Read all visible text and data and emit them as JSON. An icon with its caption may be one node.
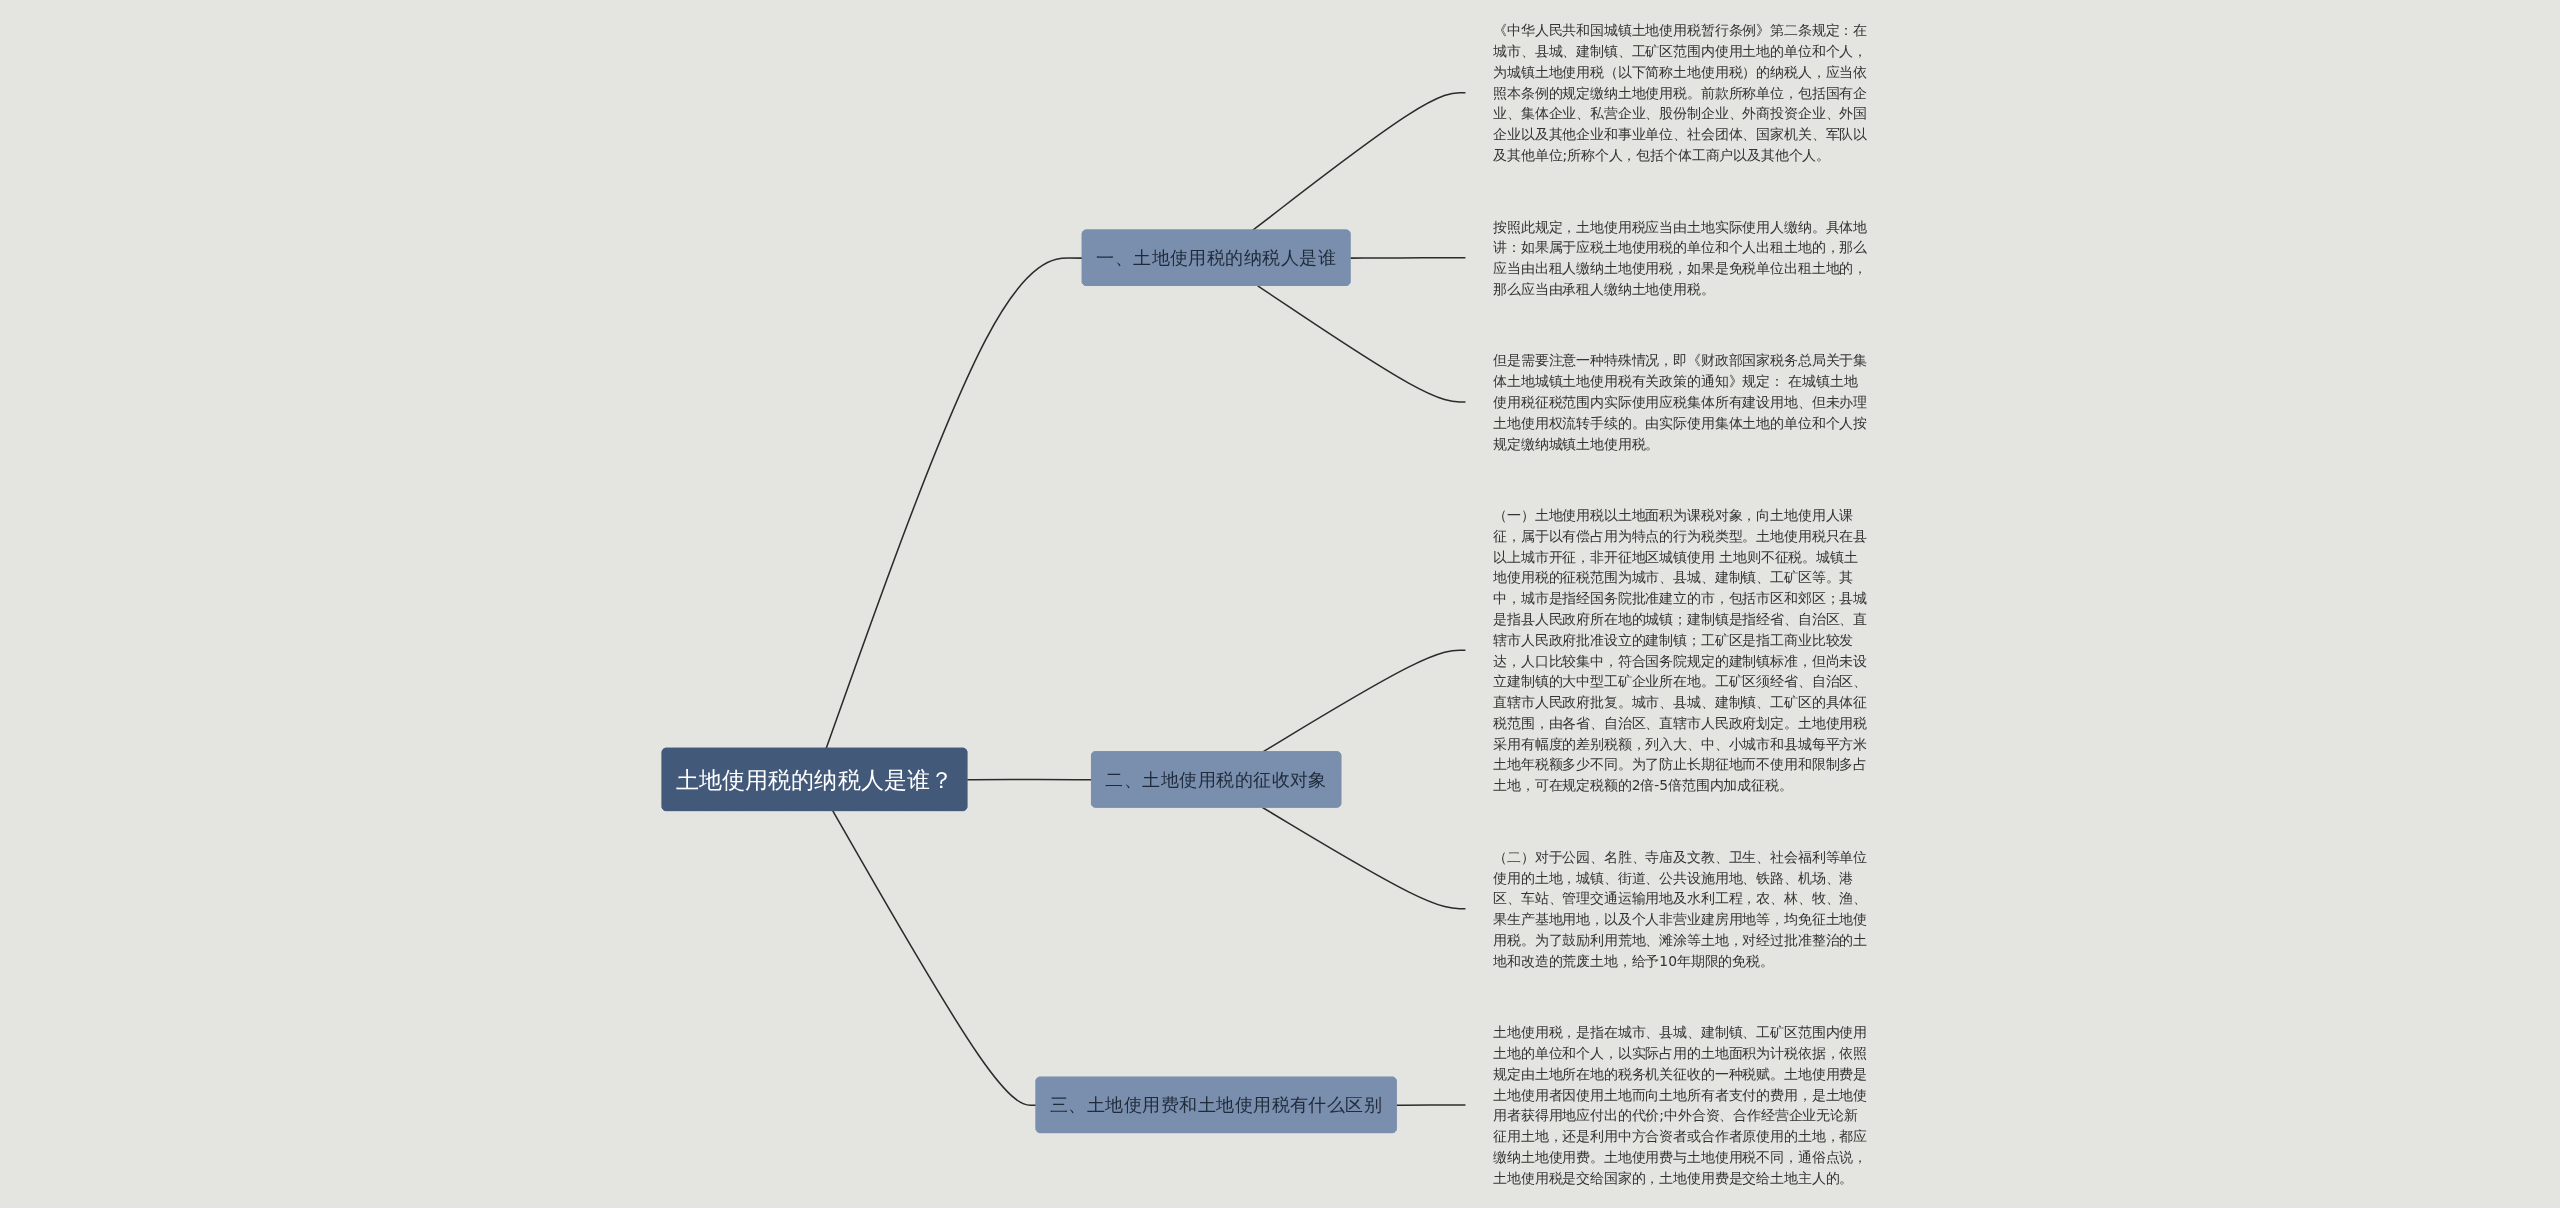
{
  "diagram": {
    "nodes": [
      {
        "text": [
          "土地使用税的纳税人是谁？"
        ]
      },
      {
        "text": [
          "一、土地使用税的纳税人是谁"
        ]
      },
      {
        "text": [
          "《中华人民共和国城镇土地使用税暂行条例》第二条规定：在城市、县城、建制镇、工矿区范围内使用土地的单位和个人，为城镇土地使用税（以下简称土地使用税）的纳税人，应当依照本条例的规定缴纳土地使用税。前款所称单位，包括国有企业、集体企业、私营企业、股份制企业、外商投资企业、外国企业以及其他企业和事业单位、社会团体、国家机关、军队以及其他单位;所称个人，包括个体工商户以及其他个人。"
        ]
      },
      {
        "text": [
          "按照此规定，土地使用税应当由土地实际使用人缴纳。具体地讲：如果属于应税土地使用税的单位和个人出租土地的，那么应当由出租人缴纳土地使用税，如果是免税单位出租土地的，那么应当由承租人缴纳土地使用税。"
        ]
      },
      {
        "text": [
          "但是需要注意一种特殊情况，即《财政部国家税务总局关于集体土地城镇土地使用税有关政策的通知》规定： 在城镇土地使用税征税范围内实际使用应税集体所有建设用地、但未办理土地使用权流转手续的。由实际使用集体土地的单位和个人按规定缴纳城镇土地使用税。"
        ]
      },
      {
        "text": [
          "二、土地使用税的征收对象"
        ]
      },
      {
        "text": [
          "（一）土地使用税以土地面积为课税对象，向土地使用人课征，属于以有偿占用为特点的行为税类型。土地使用税只在县以上城市开征，非开征地区城镇使用 土地则不征税。城镇土地使用税的征税范围为城市、县城、建制镇、工矿区等。其中，城市是指经国务院批准建立的市，包括市区和郊区；县城是指县人民政府所在地的城镇；建制镇是指经省、自治区、直辖市人民政府批准设立的建制镇；工矿区是指工商业比较发达，人口比较集中，符合国务院规定的建制镇标准，但尚未设立建制镇的大中型工矿企业所在地。工矿区须经省、自治区、直辖市人民政府批复。城市、县城、建制镇、工矿区的具体征税范围，由各省、自治区、直辖市人民政府划定。土地使用税采用有幅度的差别税额，列入大、中、小城市和县城每平方米土地年税额多少不同。为了防止长期征地而不使用和限制多占土地，可在规定税额的2倍-5倍范围内加成征税。"
        ]
      },
      {
        "text": [
          "（二）对于公园、名胜、寺庙及文教、卫生、社会福利等单位使用的土地，城镇、街道、公共设施用地、铁路、机场、港区、车站、管理交通运输用地及水利工程，农、林、牧、渔、果生产基地用地，以及个人非营业建房用地等，均免征土地使用税。为了鼓励利用荒地、滩涂等土地，对经过批准整治的土地和改造的荒废土地，给予10年期限的免税。"
        ]
      },
      {
        "text": [
          "三、土地使用费和土地使用税有什么区别"
        ]
      },
      {
        "text": [
          "土地使用税，是指在城市、县城、建制镇、工矿区范围内使用土地的单位和个人，以实际占用的土地面积为计税依据，依照规定由土地所在地的税务机关征收的一种税赋。土地使用费是土地使用者因使用土地而向土地所有者支付的费用，是土地使用者获得用地应付出的代价;中外合资、合作经营企业无论新征用土地，还是利用中方合资者或合作者原使用的土地，都应缴纳土地使用费。土地使用费与土地使用税不同，通俗点说，土地使用税是交给国家的，土地使用费是交给土地主人的。"
        ]
      }
    ],
    "edges": [
      {
        "from": 0,
        "to": 1,
        "arrow": "none"
      },
      {
        "from": 1,
        "to": 2,
        "arrow": "none"
      },
      {
        "from": 1,
        "to": 3,
        "arrow": "none"
      },
      {
        "from": 1,
        "to": 4,
        "arrow": "none"
      },
      {
        "from": 0,
        "to": 5,
        "arrow": "none"
      },
      {
        "from": 5,
        "to": 6,
        "arrow": "none"
      },
      {
        "from": 5,
        "to": 7,
        "arrow": "none"
      },
      {
        "from": 0,
        "to": 8,
        "arrow": "none"
      },
      {
        "from": 8,
        "to": 9,
        "arrow": "none"
      }
    ]
  }
}
